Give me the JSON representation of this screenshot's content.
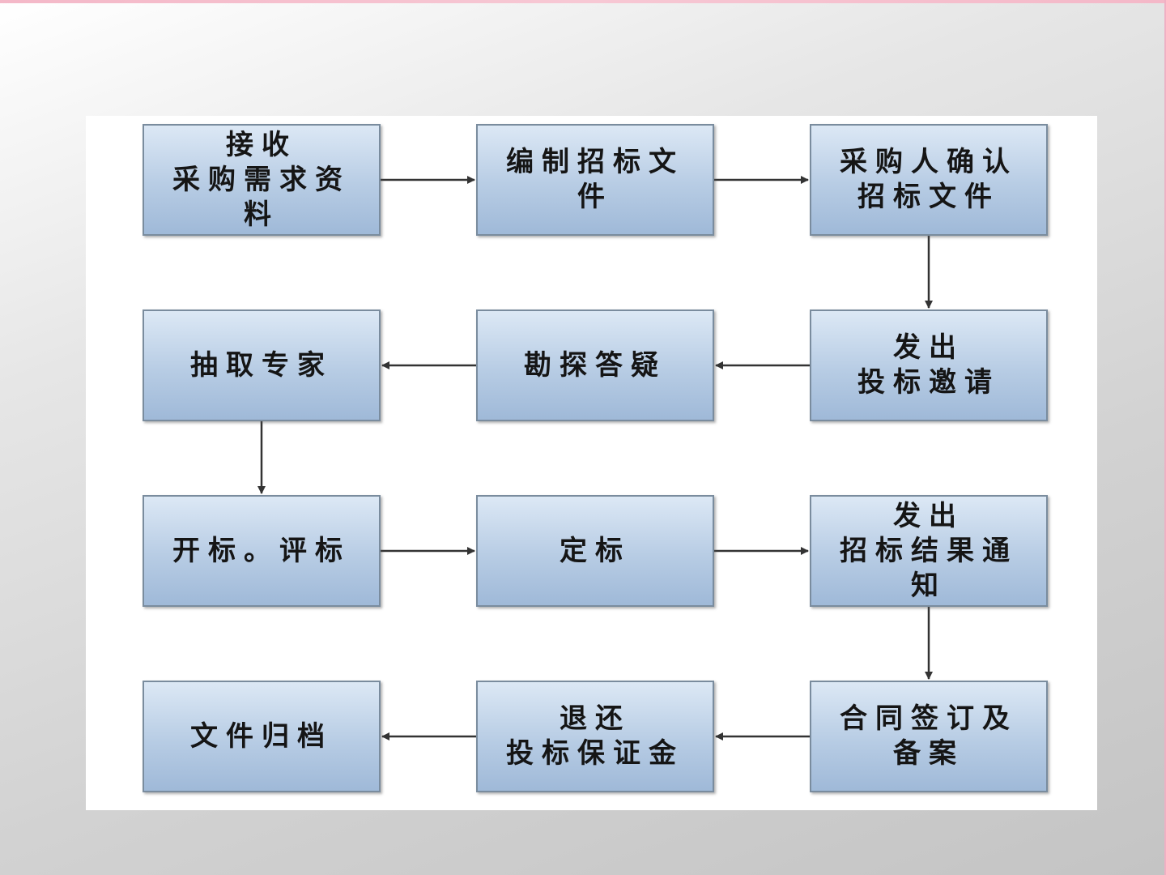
{
  "steps": [
    {
      "label": "接收\n采购需求资\n料"
    },
    {
      "label": "编制招标文\n件"
    },
    {
      "label": "采购人确认\n招标文件"
    },
    {
      "label": "发出\n投标邀请"
    },
    {
      "label": "勘探答疑"
    },
    {
      "label": "抽取专家"
    },
    {
      "label": "开标。评标"
    },
    {
      "label": "定标"
    },
    {
      "label": "发出\n招标结果通\n知"
    },
    {
      "label": "合同签订及\n备案"
    },
    {
      "label": "退还\n投标保证金"
    },
    {
      "label": "文件归档"
    }
  ],
  "flow": [
    [
      0,
      1
    ],
    [
      1,
      2
    ],
    [
      2,
      3
    ],
    [
      3,
      4
    ],
    [
      4,
      5
    ],
    [
      5,
      6
    ],
    [
      6,
      7
    ],
    [
      7,
      8
    ],
    [
      8,
      9
    ],
    [
      9,
      10
    ],
    [
      10,
      11
    ]
  ],
  "colors": {
    "box_top": "#dce8f5",
    "box_bottom": "#9fb9d8",
    "box_border": "#7a8c9e",
    "arrow": "#333333",
    "panel": "#ffffff"
  }
}
